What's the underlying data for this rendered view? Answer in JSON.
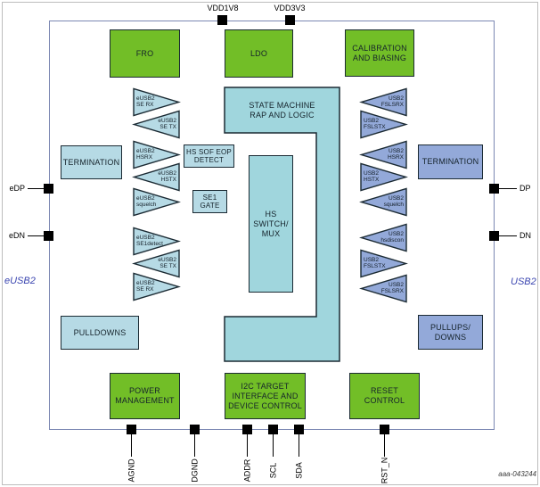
{
  "figure": {
    "watermark": "aaa-043244",
    "domains": {
      "left": "eUSB2",
      "right": "USB2"
    }
  },
  "colors": {
    "green": "#72be27",
    "pale_blue": "#b6dae5",
    "teal": "#a0d6dd",
    "periwinkle": "#93a9d9",
    "chip_border": "#7b87b2",
    "domain_label": "#3a45b0",
    "pin_square": "#000000"
  },
  "pins": {
    "top": {
      "vdd1v8": "VDD1V8",
      "vdd3v3": "VDD3V3"
    },
    "left": {
      "edp": "eDP",
      "edn": "eDN"
    },
    "right": {
      "dp": "DP",
      "dn": "DN"
    },
    "bottom": {
      "agnd": "AGND",
      "dgnd": "DGND",
      "addr": "ADDR",
      "scl": "SCL",
      "sda": "SDA",
      "rst_n": "RST_N"
    }
  },
  "blocks": {
    "fro": "FRO",
    "ldo": "LDO",
    "calibration": "CALIBRATION\nAND BIASING",
    "state_machine": "STATE MACHINE\nRAP AND LOGIC",
    "hs_switch_mux": "HS\nSWITCH/\nMUX",
    "hs_sof_eop": "HS SOF EOP\nDETECT",
    "se1_gate": "SE1\nGATE",
    "termination_left": "TERMINATION",
    "termination_right": "TERMINATION",
    "pulldowns": "PULLDOWNS",
    "pullups_downs": "PULLUPS/\nDOWNS",
    "power_management": "POWER\nMANAGEMENT",
    "i2c": "I2C TARGET\nINTERFACE AND\nDEVICE CONTROL",
    "reset_control": "RESET\nCONTROL"
  },
  "triangles_left": [
    {
      "line1": "eUSB2",
      "line2": "SE RX"
    },
    {
      "line1": "eUSB2",
      "line2": "SE TX"
    },
    {
      "line1": "eUSB2",
      "line2": "HSRX"
    },
    {
      "line1": "eUSB2",
      "line2": "HSTX"
    },
    {
      "line1": "eUSB2",
      "line2": "squelch"
    },
    {
      "line1": "eUSB2",
      "line2": "SE1detect"
    },
    {
      "line1": "eUSB2",
      "line2": "SE TX"
    },
    {
      "line1": "eUSB2",
      "line2": "SE RX"
    }
  ],
  "triangles_right": [
    {
      "line1": "USB2",
      "line2": "FSLSRX"
    },
    {
      "line1": "USB2",
      "line2": "FSLSTX"
    },
    {
      "line1": "USB2",
      "line2": "HSRX"
    },
    {
      "line1": "USB2",
      "line2": "HSTX"
    },
    {
      "line1": "USB2",
      "line2": "squelch"
    },
    {
      "line1": "USB2",
      "line2": "hsdiscon"
    },
    {
      "line1": "USB2",
      "line2": "FSLSTX"
    },
    {
      "line1": "USB2",
      "line2": "FSLSRX"
    }
  ]
}
